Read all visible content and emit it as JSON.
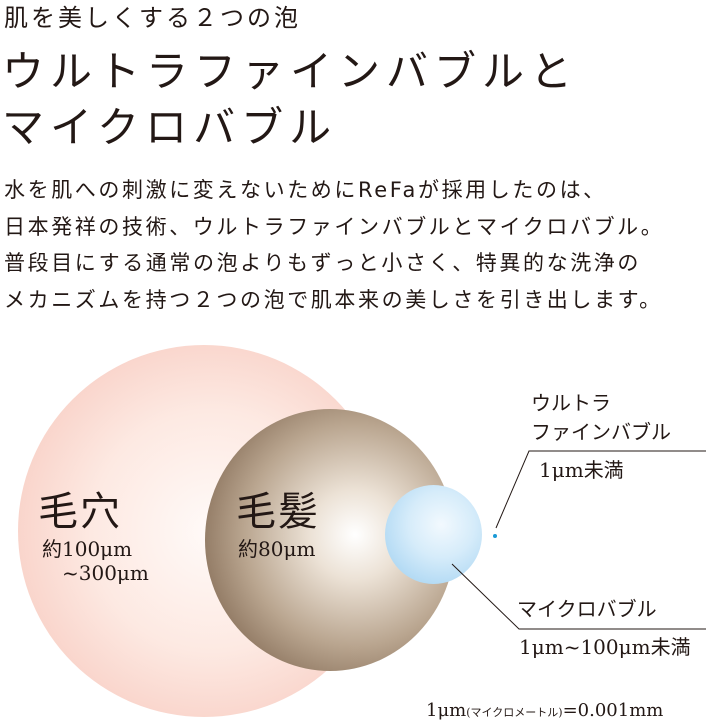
{
  "header": {
    "subtitle": "肌を美しくする２つの泡",
    "title_line1": "ウルトラファインバブルと",
    "title_line2": "マイクロバブル"
  },
  "body": {
    "lines": [
      "水を肌への刺激に変えないためにReFaが採用したのは、",
      "日本発祥の技術、ウルトラファインバブルとマイクロバブル。",
      "普段目にする通常の泡よりもずっと小さく、特異的な洗浄の",
      "メカニズムを持つ２つの泡で肌本来の美しさを引き出します。"
    ]
  },
  "diagram": {
    "pore": {
      "label": "毛穴",
      "size_line1": "約100μm",
      "size_line2": "~300μm",
      "color": "#f6c4b9"
    },
    "hair": {
      "label": "毛髪",
      "size": "約80μm",
      "color": "#7d6450"
    },
    "microbubble_circle": {
      "color": "#a9d5f2"
    },
    "ultrafine_dot": {
      "color": "#1a9ad6"
    },
    "ultrafine": {
      "label_line1": "ウルトラ",
      "label_line2": "ファインバブル",
      "size": "1μm未満"
    },
    "microbubble": {
      "label": "マイクロバブル",
      "size": "1μm~100μm未満"
    },
    "footnote": {
      "prefix": "1μm",
      "paren": "(マイクロメートル)",
      "suffix": "=0.001mm"
    }
  }
}
